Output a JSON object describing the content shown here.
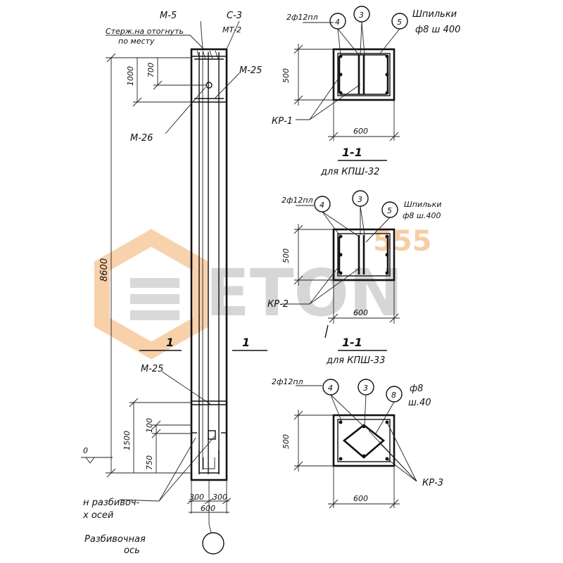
{
  "colors": {
    "ink": "#111111",
    "watermark_gray": "#b5b5b5",
    "watermark_orange": "#f2a55a"
  },
  "elevation": {
    "mark_m5": "М-5",
    "mark_s3": "С-3",
    "mark_mt2": "МТ-2",
    "note_1": "Стерж.на отогнуть",
    "note_2": "по месту",
    "mark_m25_top": "М-25",
    "mark_m26": "М-26",
    "mark_m25_bottom": "М-25",
    "dim_1000": "1000",
    "dim_700": "700",
    "dim_8600": "8600",
    "dim_1500": "1500",
    "dim_100": "100",
    "dim_750": "750",
    "dim_300_left": "300",
    "dim_300_right": "300",
    "dim_600": "600",
    "section_left": "1",
    "section_right": "1",
    "level_left": "0",
    "note_axes_1": "н разбивоч-",
    "note_axes_2": "х осей",
    "axis_label_1": "Разбивочная",
    "axis_label_2": "ось"
  },
  "section_a": {
    "rebar_top": "2ф12пл",
    "callout_4": "4",
    "callout_3": "3",
    "callout_5": "5",
    "pins_1": "Шпильки",
    "pins_2": "ф8 ш 400",
    "dim_500": "500",
    "dim_600": "600",
    "cage": "КР-1",
    "title": "1-1",
    "subtitle": "для КПШ-32"
  },
  "section_b": {
    "rebar_top": "2ф12пл",
    "callout_4": "4",
    "callout_3": "3",
    "callout_5": "5",
    "pins_1": "Шпильки",
    "pins_2": "ф8 ш.400",
    "dim_500": "500",
    "dim_600": "600",
    "cage": "КР-2",
    "title": "1-1",
    "subtitle": "для КПШ-33"
  },
  "section_c": {
    "rebar_top": "2ф12пл",
    "callout_4": "4",
    "callout_3": "3",
    "callout_8": "8",
    "pins_1": "ф8",
    "pins_2": "ш.40",
    "dim_500": "500",
    "dim_600": "600",
    "cage": "КР-3"
  },
  "watermark": {
    "text": "ETON",
    "number": "555"
  }
}
